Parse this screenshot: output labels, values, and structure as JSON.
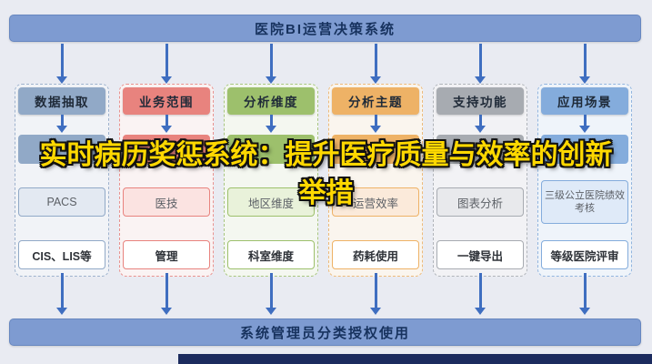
{
  "page": {
    "bg": "#e9ebf2"
  },
  "colors": {
    "bar_bg": "#7e9bd1",
    "bar_border": "#6787c0",
    "bar_text": "#17325e",
    "arrow": "#3f6ec0",
    "overlay_text": "#ffd800",
    "overlay_outline": "#111111",
    "dark_strip": "#1c2b5e"
  },
  "top_bar": {
    "label": "医院BI运营决策系统"
  },
  "overlay_title": {
    "text": "实时病历奖惩系统：提升医疗质量与效率的创新举措"
  },
  "bottom_bar": {
    "label": "系统管理员分类授权使用"
  },
  "columns": [
    {
      "header": "数据抽取",
      "color": "#91a9c7",
      "tint": "#e3e9f2",
      "panel": "#f3f5f9",
      "rows": [
        "",
        "PACS",
        "CIS、LIS等"
      ]
    },
    {
      "header": "业务范围",
      "color": "#e8837e",
      "tint": "#fbe3e1",
      "panel": "#fdf5f4",
      "rows": [
        "",
        "医技",
        "管理"
      ]
    },
    {
      "header": "分析维度",
      "color": "#9dc06c",
      "tint": "#e9f2da",
      "panel": "#f6faf0",
      "rows": [
        "",
        "地区维度",
        "科室维度"
      ]
    },
    {
      "header": "分析主题",
      "color": "#eeb266",
      "tint": "#fbeada",
      "panel": "#fdf7ee",
      "rows": [
        "",
        "运营效率",
        "药耗使用"
      ]
    },
    {
      "header": "支持功能",
      "color": "#a7abb1",
      "tint": "#e8e9ec",
      "panel": "#f4f4f6",
      "rows": [
        "",
        "图表分析",
        "一键导出"
      ]
    },
    {
      "header": "应用场景",
      "color": "#84acdc",
      "tint": "#dfeaf8",
      "panel": "#f1f6fc",
      "rows": [
        "",
        "三级公立医院绩效考核",
        "等级医院评审"
      ]
    }
  ]
}
